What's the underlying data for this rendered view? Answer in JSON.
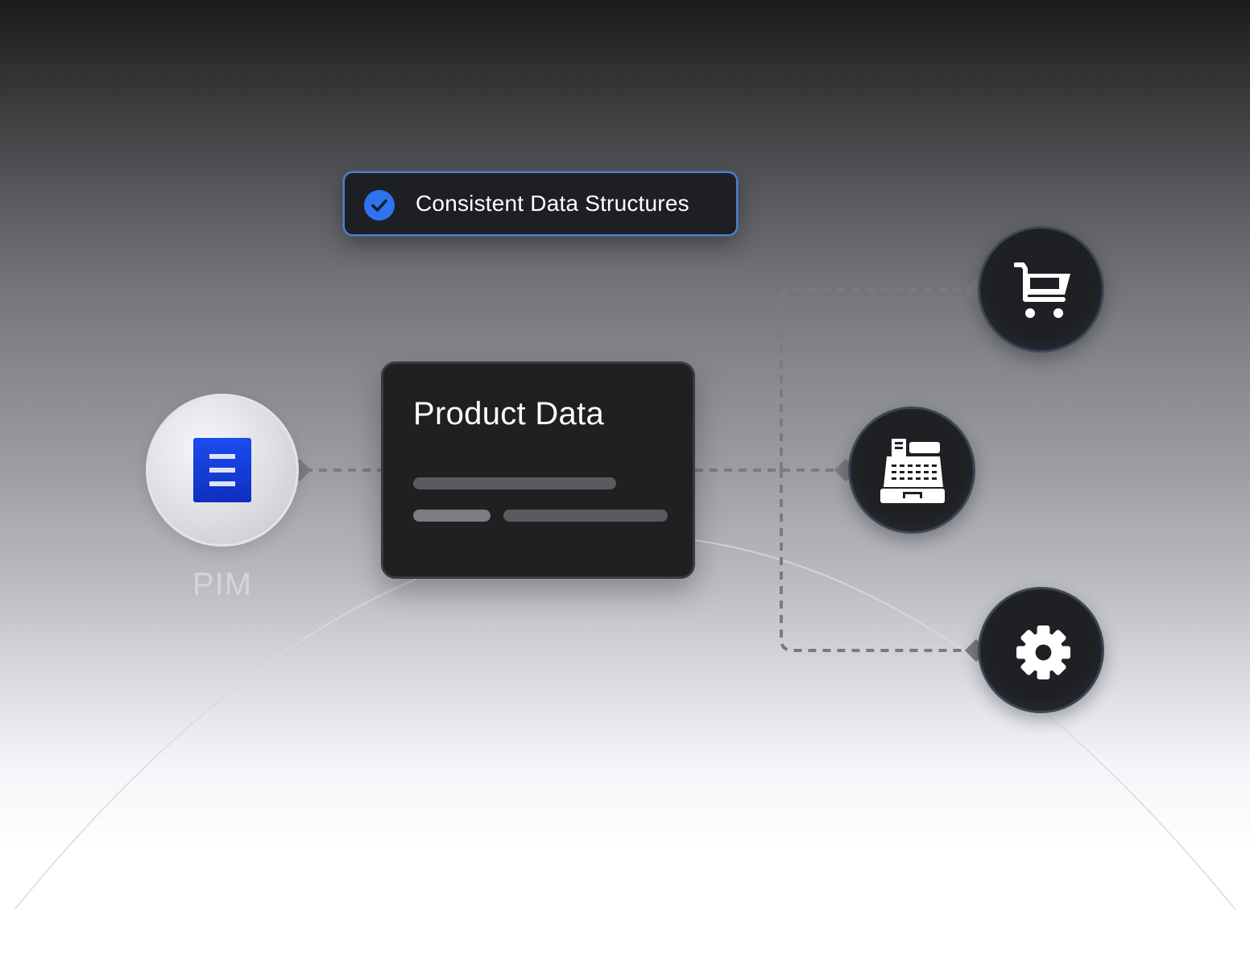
{
  "badge": {
    "icon": "check-circle-icon",
    "text": "Consistent Data Structures"
  },
  "source": {
    "label": "PIM",
    "icon": "document-icon"
  },
  "card": {
    "title": "Product Data"
  },
  "destinations": [
    {
      "icon": "shopping-cart-icon"
    },
    {
      "icon": "cash-register-icon"
    },
    {
      "icon": "gear-icon"
    }
  ],
  "colors": {
    "accent_blue": "#2f73f0",
    "badge_border": "#4c7fdc",
    "card_bg": "#202022",
    "node_dark": "#1f2024",
    "document_blue": "#1440d8",
    "connector": "#7a7b7f"
  }
}
